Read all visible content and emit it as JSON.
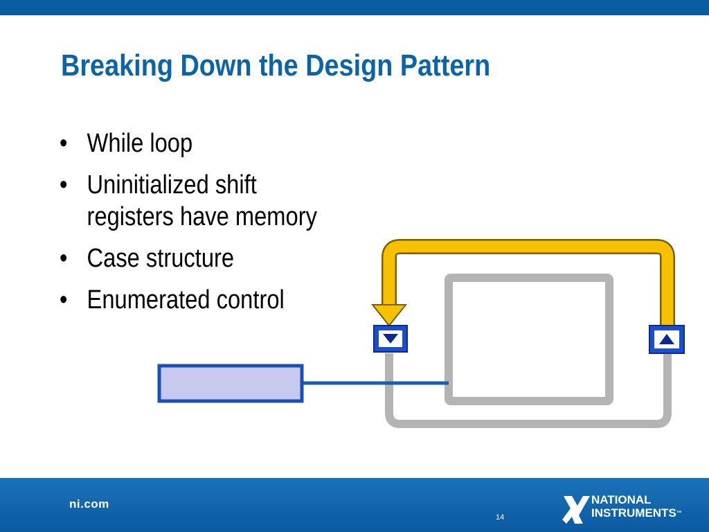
{
  "slide": {
    "title": "Breaking Down the Design Pattern",
    "bullets": [
      {
        "marker": "•",
        "lines": [
          "While loop"
        ]
      },
      {
        "marker": "•",
        "lines": [
          "Uninitialized shift",
          "registers have memory"
        ]
      },
      {
        "marker": "•",
        "lines": [
          "Case structure"
        ]
      },
      {
        "marker": "•",
        "lines": [
          "Enumerated control"
        ]
      }
    ]
  },
  "footer": {
    "url": "ni.com",
    "page_number": "14",
    "logo_line1": "NATIONAL",
    "logo_line2": "INSTRUMENTS",
    "logo_tm": "™"
  },
  "colors": {
    "brand_blue": "#0a5ca3",
    "title_blue": "#0b64a8",
    "wire_yellow": "#f7c100",
    "loop_gray": "#b4b4b4",
    "control_fill": "#c8c9ee",
    "control_border": "#1a4fb5"
  },
  "icons": {
    "left_shift_register": "down-triangle-icon",
    "right_shift_register": "up-triangle-icon",
    "logo": "national-instruments-eagle-icon"
  }
}
